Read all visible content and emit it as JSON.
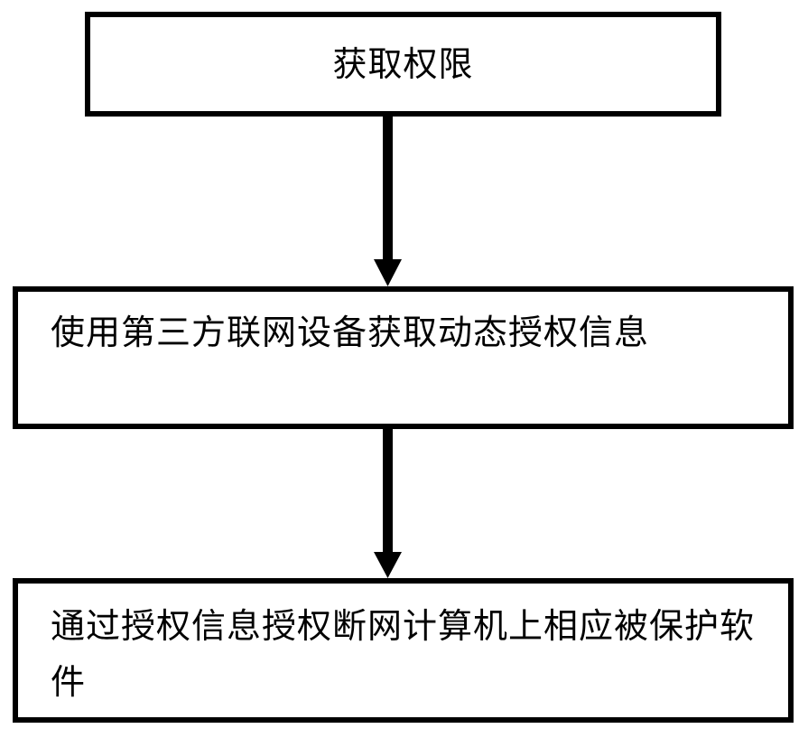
{
  "flowchart": {
    "steps": [
      {
        "text": "获取权限"
      },
      {
        "text": "使用第三方联网设备获取动态授权信息"
      },
      {
        "text": "通过授权信息授权断网计算机上相应被保护软件"
      }
    ]
  }
}
